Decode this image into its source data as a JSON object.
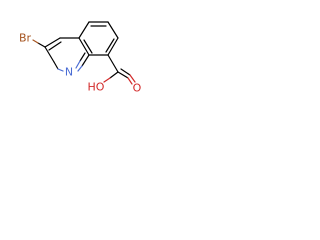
{
  "molecule": {
    "atoms": {
      "bromine": "Br",
      "nitrogen": "N",
      "hydroxyl": "HO",
      "carbonyl_oxygen": "O"
    },
    "colors": {
      "bond": "#000000",
      "bromine": "#a5531f",
      "nitrogen": "#4a6cd4",
      "oxygen": "#d22a2a"
    }
  }
}
